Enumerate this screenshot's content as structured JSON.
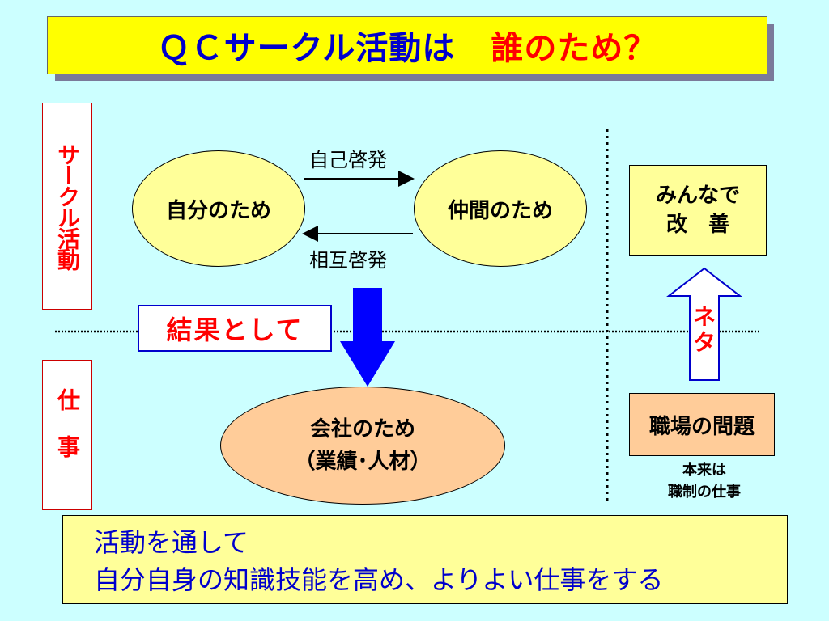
{
  "title": {
    "main": "ＱＣサークル活動は",
    "highlight": "誰のため？"
  },
  "side_labels": {
    "circle_activity": "サークル活動",
    "work": "仕事"
  },
  "ellipses": {
    "self": "自分のため",
    "peers": "仲間のため",
    "company_line1": "会社のため",
    "company_line2": "（業績･人材）"
  },
  "arrows": {
    "self_development": "自己啓発",
    "mutual_development": "相互啓発"
  },
  "result_label": "結果として",
  "boxes": {
    "improve_line1": "みんなで",
    "improve_line2": "改　善",
    "workplace_problem": "職場の問題"
  },
  "neta_label": "ネタ",
  "note": {
    "line1": "本来は",
    "line2": "職制の仕事"
  },
  "bottom": {
    "line1": "活動を通して",
    "line2": "自分自身の知識技能を高め、よりよい仕事をする"
  },
  "colors": {
    "background": "#ccffff",
    "title_bg": "#ffff00",
    "title_blue": "#0000cc",
    "accent_red": "#ff0000",
    "ellipse_yellow": "#ffff99",
    "company_orange": "#ffcc99",
    "arrow_blue": "#0000ff"
  }
}
